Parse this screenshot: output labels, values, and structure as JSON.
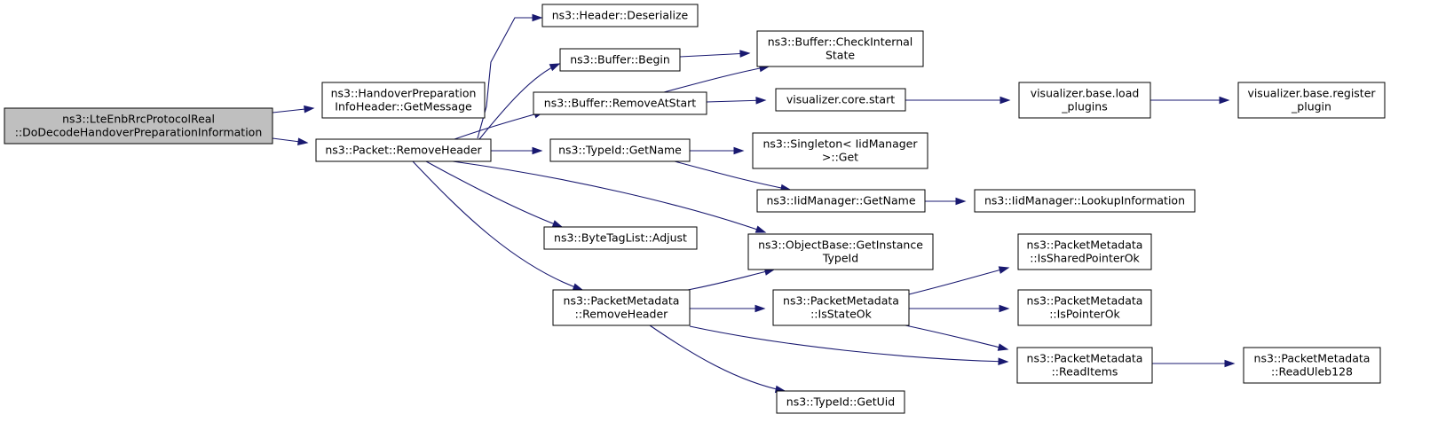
{
  "nodes": [
    {
      "id": "root",
      "lines": [
        "ns3::LteEnbRrcProtocolReal",
        "::DoDecodeHandoverPreparationInformation"
      ],
      "root": true
    },
    {
      "id": "handover",
      "lines": [
        "ns3::HandoverPreparation",
        "InfoHeader::GetMessage"
      ]
    },
    {
      "id": "removeheader",
      "lines": [
        "ns3::Packet::RemoveHeader"
      ]
    },
    {
      "id": "deserialize",
      "lines": [
        "ns3::Header::Deserialize"
      ]
    },
    {
      "id": "begin",
      "lines": [
        "ns3::Buffer::Begin"
      ]
    },
    {
      "id": "removeatstart",
      "lines": [
        "ns3::Buffer::RemoveAtStart"
      ]
    },
    {
      "id": "typeidgetname",
      "lines": [
        "ns3::TypeId::GetName"
      ]
    },
    {
      "id": "adjust",
      "lines": [
        "ns3::ByteTagList::Adjust"
      ]
    },
    {
      "id": "pmremoveheader",
      "lines": [
        "ns3::PacketMetadata",
        "::RemoveHeader"
      ]
    },
    {
      "id": "checkinternal",
      "lines": [
        "ns3::Buffer::CheckInternal",
        "State"
      ]
    },
    {
      "id": "corestart",
      "lines": [
        "visualizer.core.start"
      ]
    },
    {
      "id": "singleton",
      "lines": [
        "ns3::Singleton< IidManager",
        ">::Get"
      ]
    },
    {
      "id": "iidgetname",
      "lines": [
        "ns3::IidManager::GetName"
      ]
    },
    {
      "id": "getinstance",
      "lines": [
        "ns3::ObjectBase::GetInstance",
        "TypeId"
      ]
    },
    {
      "id": "isstateok",
      "lines": [
        "ns3::PacketMetadata",
        "::IsStateOk"
      ]
    },
    {
      "id": "getuid",
      "lines": [
        "ns3::TypeId::GetUid"
      ]
    },
    {
      "id": "loadplugins",
      "lines": [
        "visualizer.base.load",
        "_plugins"
      ]
    },
    {
      "id": "lookup",
      "lines": [
        "ns3::IidManager::LookupInformation"
      ]
    },
    {
      "id": "issharedptr",
      "lines": [
        "ns3::PacketMetadata",
        "::IsSharedPointerOk"
      ]
    },
    {
      "id": "isptr",
      "lines": [
        "ns3::PacketMetadata",
        "::IsPointerOk"
      ]
    },
    {
      "id": "readitems",
      "lines": [
        "ns3::PacketMetadata",
        "::ReadItems"
      ]
    },
    {
      "id": "registerplugin",
      "lines": [
        "visualizer.base.register",
        "_plugin"
      ]
    },
    {
      "id": "readuleb",
      "lines": [
        "ns3::PacketMetadata",
        "::ReadUleb128"
      ]
    }
  ],
  "edges": [
    {
      "from": "root",
      "to": "handover"
    },
    {
      "from": "root",
      "to": "removeheader"
    },
    {
      "from": "removeheader",
      "to": "deserialize"
    },
    {
      "from": "removeheader",
      "to": "begin"
    },
    {
      "from": "removeheader",
      "to": "removeatstart"
    },
    {
      "from": "removeheader",
      "to": "typeidgetname"
    },
    {
      "from": "removeheader",
      "to": "adjust"
    },
    {
      "from": "removeheader",
      "to": "getinstance"
    },
    {
      "from": "removeheader",
      "to": "pmremoveheader"
    },
    {
      "from": "begin",
      "to": "checkinternal"
    },
    {
      "from": "removeatstart",
      "to": "checkinternal"
    },
    {
      "from": "removeatstart",
      "to": "corestart"
    },
    {
      "from": "corestart",
      "to": "loadplugins"
    },
    {
      "from": "loadplugins",
      "to": "registerplugin"
    },
    {
      "from": "typeidgetname",
      "to": "singleton"
    },
    {
      "from": "typeidgetname",
      "to": "iidgetname"
    },
    {
      "from": "iidgetname",
      "to": "lookup"
    },
    {
      "from": "pmremoveheader",
      "to": "getinstance"
    },
    {
      "from": "pmremoveheader",
      "to": "isstateok"
    },
    {
      "from": "pmremoveheader",
      "to": "readitems"
    },
    {
      "from": "pmremoveheader",
      "to": "getuid"
    },
    {
      "from": "isstateok",
      "to": "issharedptr"
    },
    {
      "from": "isstateok",
      "to": "isptr"
    },
    {
      "from": "isstateok",
      "to": "readitems"
    },
    {
      "from": "readitems",
      "to": "readuleb"
    }
  ]
}
